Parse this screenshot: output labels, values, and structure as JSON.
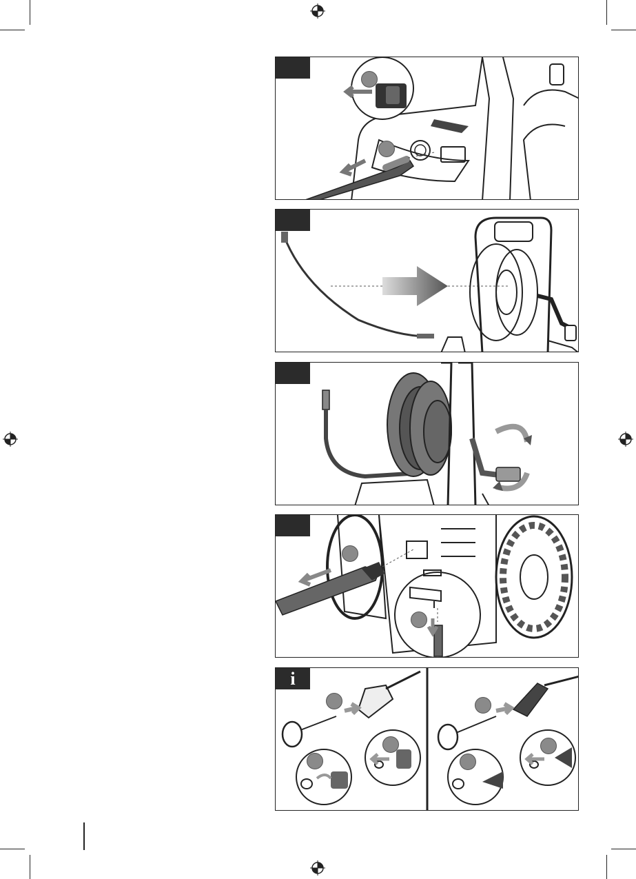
{
  "page": {
    "info_tab_icon": "info-icon",
    "info_tab_glyph": "i"
  },
  "panels": [
    {
      "id": "panel-1",
      "content": "disconnect-spray-gun-hose-illustration"
    },
    {
      "id": "panel-2",
      "content": "hose-to-reel-illustration"
    },
    {
      "id": "panel-3",
      "content": "wind-hose-reel-illustration"
    },
    {
      "id": "panel-4",
      "content": "disconnect-water-supply-illustration"
    },
    {
      "id": "panel-5",
      "content": "clean-nozzle-with-needle-illustration"
    }
  ],
  "colors": {
    "ink": "#222222",
    "tab": "#2b2b2b",
    "step_dot": "#8a8a8a",
    "hose": "#555555"
  }
}
